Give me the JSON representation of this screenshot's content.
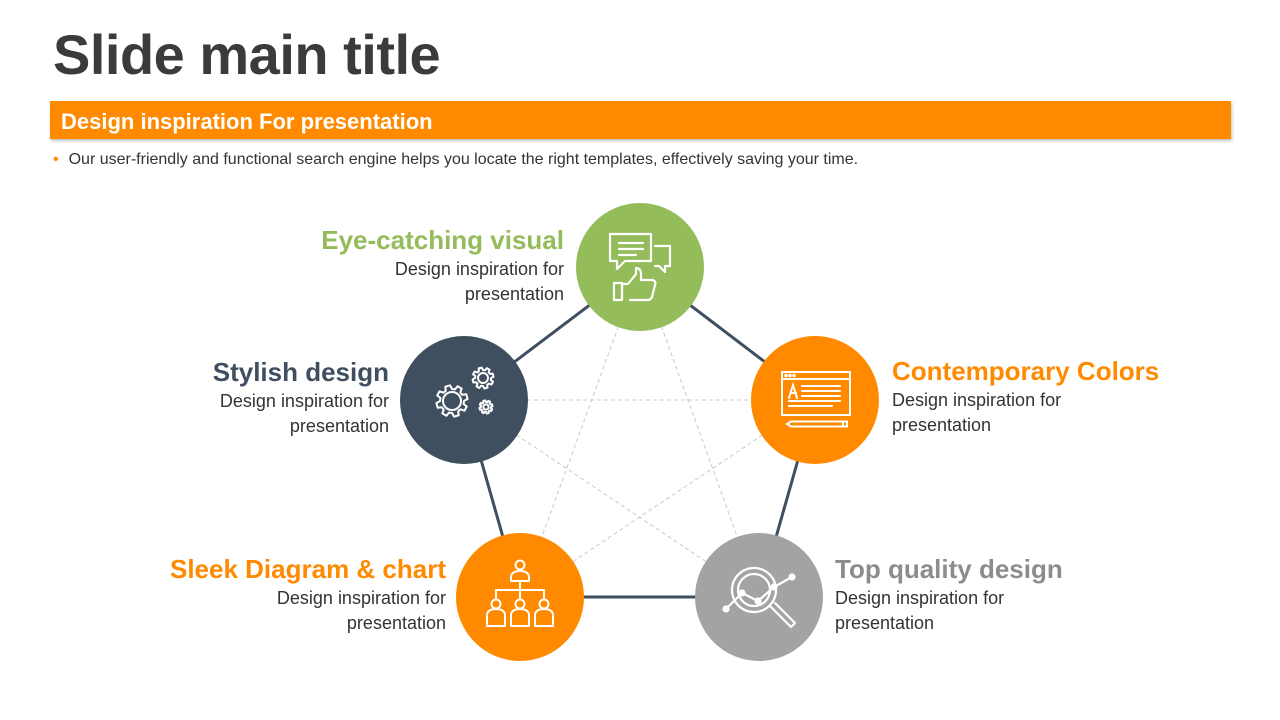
{
  "slide": {
    "title": "Slide main title",
    "banner": "Design inspiration For presentation",
    "bullet": "Our user-friendly and functional search engine helps you locate the right templates, effectively saving your time."
  },
  "colors": {
    "accent": "#ff8a00",
    "green": "#94bc5a",
    "navy": "#3f4f5f",
    "gray": "#a3a3a3",
    "title": "#3b3b3b"
  },
  "nodes": [
    {
      "id": "eye-catching-visual",
      "title": "Eye-catching visual",
      "desc1": "Design inspiration for",
      "desc2": "presentation",
      "color": "#94bc5a",
      "icon": "feedback-thumbs-up-icon"
    },
    {
      "id": "contemporary-colors",
      "title": "Contemporary Colors",
      "desc1": "Design inspiration for",
      "desc2": "presentation",
      "color": "#ff8a00",
      "icon": "document-text-icon"
    },
    {
      "id": "top-quality-design",
      "title": "Top quality design",
      "desc1": "Design inspiration for",
      "desc2": "presentation",
      "color": "#a3a3a3",
      "icon": "magnifier-chart-icon"
    },
    {
      "id": "sleek-diagram-chart",
      "title": "Sleek Diagram & chart",
      "desc1": "Design inspiration for",
      "desc2": "presentation",
      "color": "#ff8a00",
      "icon": "org-chart-icon"
    },
    {
      "id": "stylish-design",
      "title": "Stylish design",
      "desc1": "Design inspiration for",
      "desc2": "presentation",
      "color": "#3f4f5f",
      "icon": "gears-icon"
    }
  ]
}
